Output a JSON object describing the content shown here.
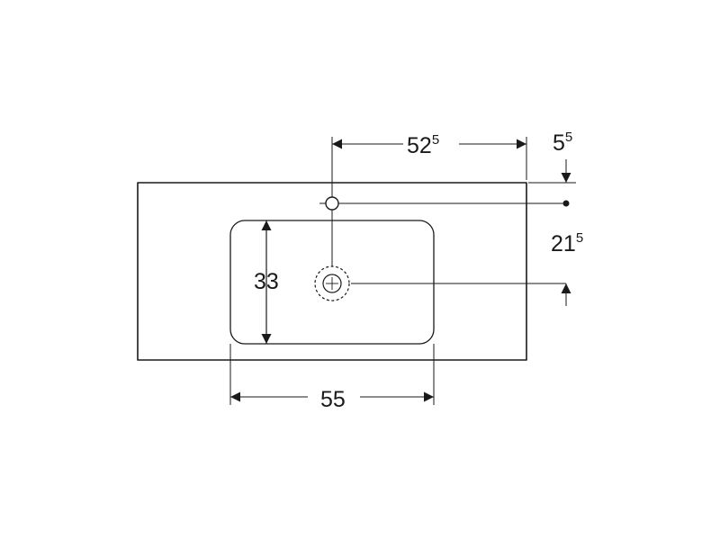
{
  "drawing": {
    "dims": {
      "width_top": {
        "main": "52",
        "sup": "5"
      },
      "offset_top": {
        "main": "5",
        "sup": "5"
      },
      "height_right": {
        "main": "21",
        "sup": "5"
      },
      "bowl_height": {
        "main": "33"
      },
      "bowl_width": {
        "main": "55"
      }
    }
  }
}
